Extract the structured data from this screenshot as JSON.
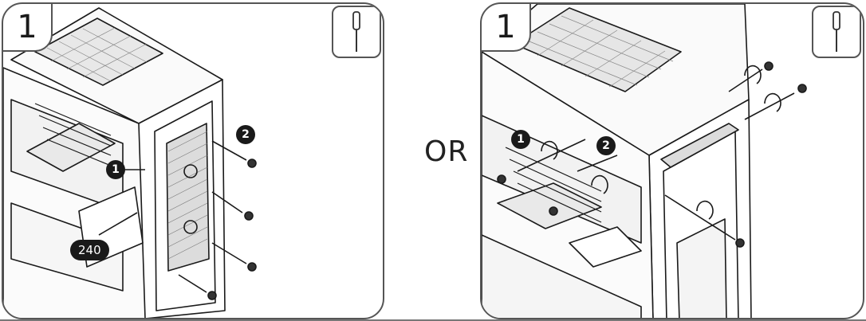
{
  "left_panel": {
    "step_number": "1",
    "tool_icon": "screwdriver-icon",
    "callouts": [
      "1",
      "2"
    ],
    "size_label": "240"
  },
  "separator_label": "OR",
  "right_panel": {
    "step_number": "1",
    "tool_icon": "screwdriver-icon",
    "callouts": [
      "1",
      "2"
    ]
  },
  "colors": {
    "line": "#1a1a1a",
    "border": "#555555",
    "fill_light": "#eeeeee"
  }
}
